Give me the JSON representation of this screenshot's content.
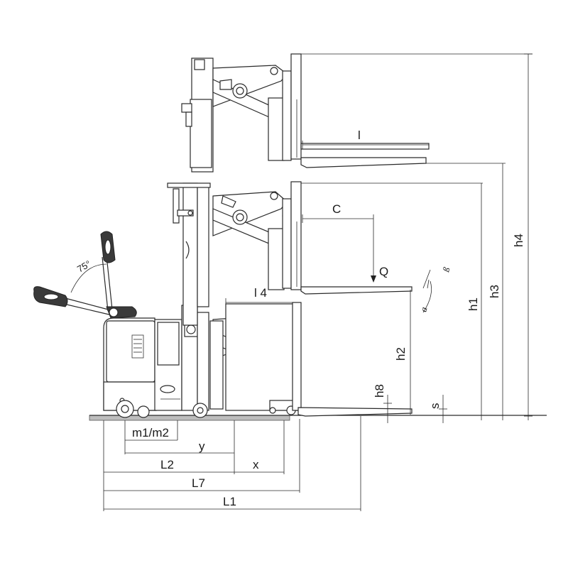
{
  "diagram": {
    "dimension_labels": {
      "l": "l",
      "c": "C",
      "q": "Q",
      "l4": "l 4",
      "h1": "h1",
      "h2": "h2",
      "h3": "h3",
      "h4": "h4",
      "h8": "h8",
      "s": "s",
      "m1m2": "m1/m2",
      "y": "y",
      "x": "x",
      "l2": "L2",
      "l7": "L7",
      "l1": "L1",
      "angle_handle": "75°",
      "alpha": "a",
      "beta": "ß"
    }
  }
}
